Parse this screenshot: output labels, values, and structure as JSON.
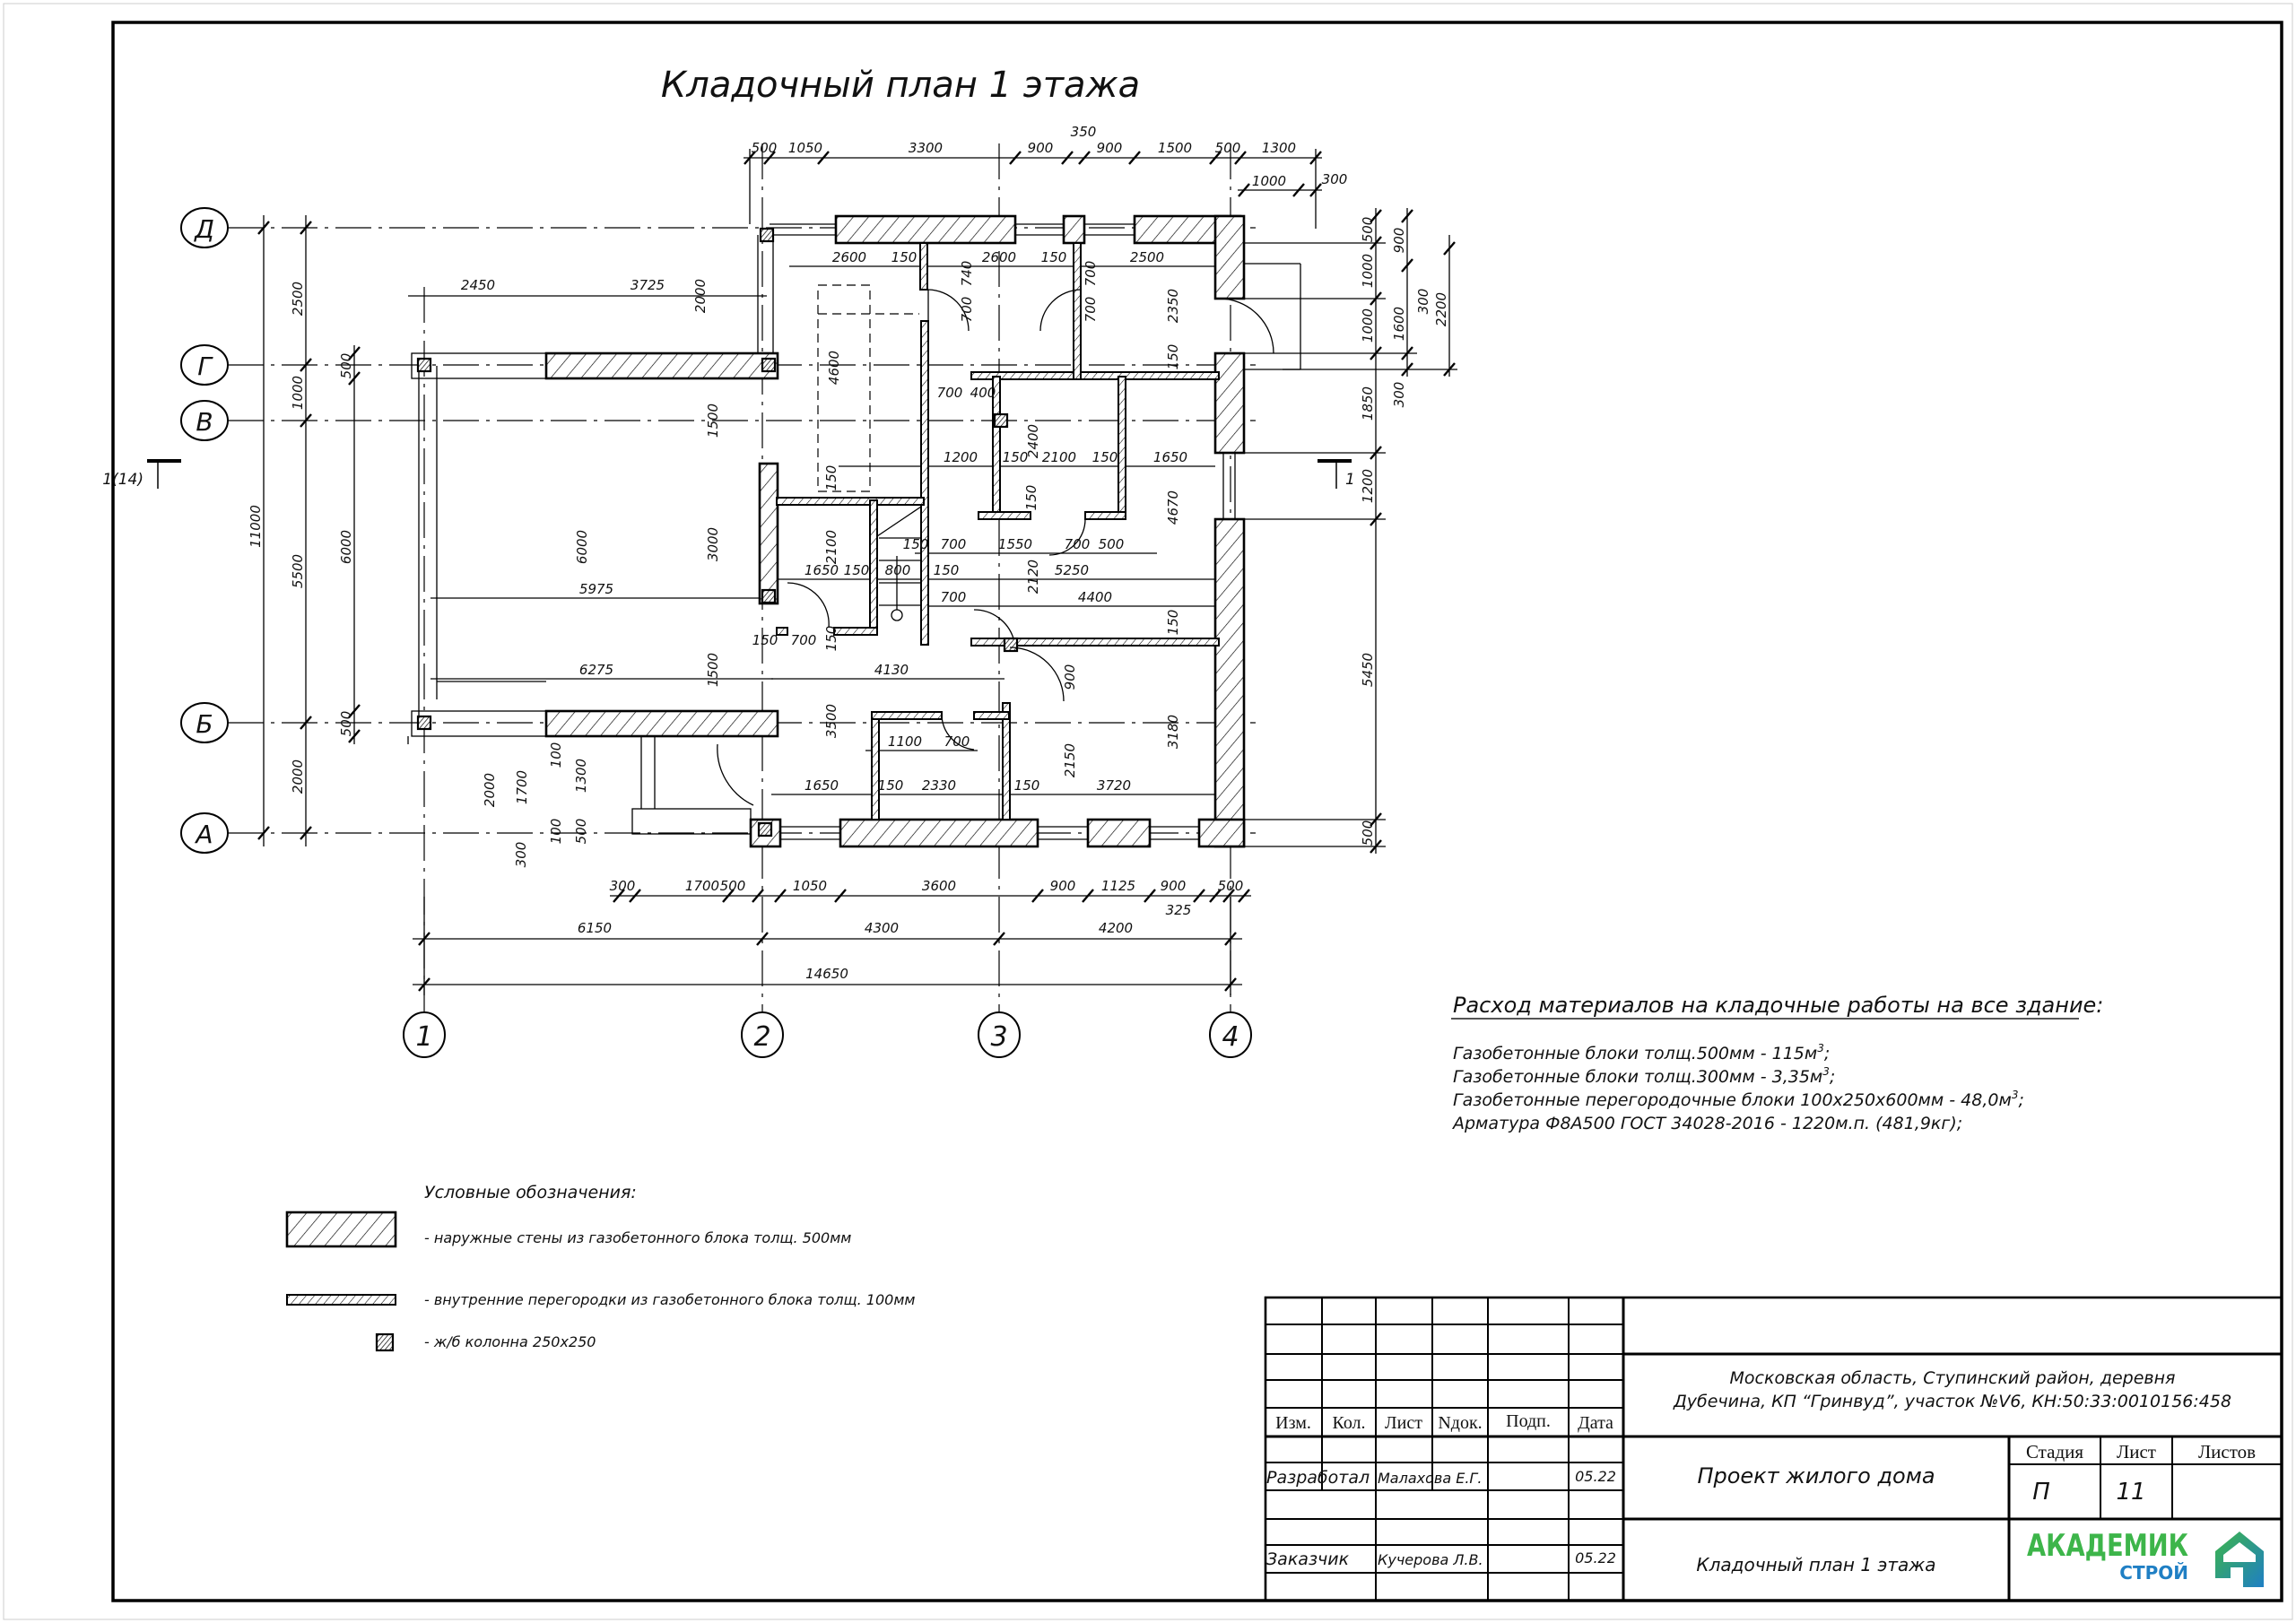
{
  "title": "Кладочный план 1 этажа",
  "axes": {
    "columns": [
      "1",
      "2",
      "3",
      "4"
    ],
    "rows": [
      "Д",
      "Г",
      "В",
      "Б",
      "А"
    ]
  },
  "section_marks": {
    "left": "1(14)",
    "right": "1"
  },
  "dimensions": {
    "top": [
      "500",
      "1050",
      "3300",
      "900",
      "900",
      "1500",
      "500",
      "1300",
      "350",
      "1000",
      "300"
    ],
    "left": [
      "2500",
      "1000",
      "5500",
      "2000",
      "11000",
      "500",
      "6000",
      "500"
    ],
    "right": [
      "500",
      "1000",
      "1000",
      "1850",
      "1200",
      "5450",
      "500",
      "900",
      "1600",
      "300",
      "300",
      "2200"
    ],
    "bottom": [
      "300",
      "1700",
      "500",
      "1050",
      "3600",
      "900",
      "1125",
      "900",
      "500",
      "325",
      "6150",
      "4300",
      "4200",
      "14650"
    ],
    "interior": [
      "2600",
      "150",
      "740",
      "2600",
      "150",
      "700",
      "2500",
      "2450",
      "3725",
      "2000",
      "700",
      "700",
      "2350",
      "4600",
      "150",
      "700",
      "400",
      "1500",
      "2400",
      "1200",
      "150",
      "2100",
      "150",
      "1650",
      "150",
      "150",
      "4670",
      "3000",
      "6000",
      "2100",
      "150",
      "700",
      "1550",
      "700",
      "500",
      "5975",
      "1650",
      "150",
      "800",
      "150",
      "5250",
      "2120",
      "1500",
      "6275",
      "700",
      "4400",
      "150",
      "150",
      "700",
      "150",
      "4130",
      "900",
      "3500",
      "3180",
      "1100",
      "700",
      "2150",
      "1650",
      "150",
      "2330",
      "150",
      "3720",
      "2000",
      "1700",
      "100",
      "1300",
      "100",
      "500",
      "300"
    ]
  },
  "materials": {
    "heading": "Расход материалов на кладочные работы на все здание:",
    "lines": [
      {
        "text": "Газобетонные блоки толщ.500мм  - 115м",
        "sup": "3",
        "end": ";"
      },
      {
        "text": "Газобетонные блоки толщ.300мм  - 3,35м",
        "sup": "3",
        "end": ";"
      },
      {
        "text": "Газобетонные перегородочные блоки 100х250х600мм - 48,0м",
        "sup": "3",
        "end": ";"
      },
      {
        "text": "Арматура Ф8А500 ГОСТ 34028-2016 - 1220м.п. (481,9кг);",
        "sup": "",
        "end": ""
      }
    ]
  },
  "legend": {
    "title": "Условные обозначения:",
    "items": [
      "- наружные стены из газобетонного блока толщ. 500мм",
      "- внутренние перегородки из газобетонного блока толщ. 100мм",
      "- ж/б колонна 250х250"
    ]
  },
  "title_block": {
    "headers": [
      "Изм.",
      "Кол.",
      "Лист",
      "Nдок.",
      "Подп.",
      "Дата"
    ],
    "rows": [
      {
        "role": "Разработал",
        "name": "Малахова Е.Г.",
        "date": "05.22"
      },
      {
        "role": "Заказчик",
        "name": "Кучерова Л.В.",
        "date": "05.22"
      }
    ],
    "address": [
      "Московская область, Ступинский район, деревня",
      "Дубечина, КП “Гринвуд”, участок №V6, КН:50:33:0010156:458"
    ],
    "project": "Проект жилого дома",
    "sheet_title": "Кладочный план 1 этажа",
    "stage_label": "Стадия",
    "sheet_label": "Лист",
    "sheets_label": "Листов",
    "stage": "П",
    "sheet": "11",
    "logo": {
      "main": "АКАДЕМИК",
      "sub": "СТРОЙ",
      "green": "#3db54a",
      "blue": "#1f7fc4"
    }
  }
}
